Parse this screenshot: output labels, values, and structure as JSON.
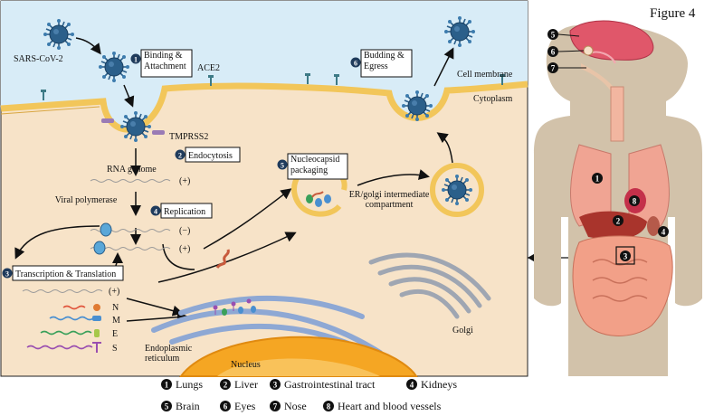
{
  "figure_label": "Figure 4",
  "virus_label": "SARS-CoV-2",
  "receptor_label": "ACE2",
  "protease_label": "TMPRSS2",
  "membrane_label": "Cell membrane",
  "cytoplasm_label": "Cytoplasm",
  "rna_genome_label": "RNA genome",
  "viral_polymerase_label": "Viral polymerase",
  "er_golgi_label": "ER/golgi intermediate compartment",
  "golgi_label": "Golgi",
  "er_label": "Endoplasmic reticulum",
  "nucleus_label": "Nucleus",
  "strand_plus": "(+)",
  "strand_minus": "(−)",
  "proteins": [
    "N",
    "M",
    "E",
    "S"
  ],
  "steps": [
    {
      "number": "1",
      "label": "Binding & Attachment"
    },
    {
      "number": "2",
      "label": "Endocytosis"
    },
    {
      "number": "3",
      "label": "Transcription & Translation"
    },
    {
      "number": "4",
      "label": "Replication"
    },
    {
      "number": "5",
      "label": "Nucleocapsid packaging"
    },
    {
      "number": "6",
      "label": "Budding & Egress"
    }
  ],
  "organs": [
    {
      "number": "1",
      "name": "Lungs"
    },
    {
      "number": "2",
      "name": "Liver"
    },
    {
      "number": "3",
      "name": "Gastrointestinal tract"
    },
    {
      "number": "4",
      "name": "Kidneys"
    },
    {
      "number": "5",
      "name": "Brain"
    },
    {
      "number": "6",
      "name": "Eyes"
    },
    {
      "number": "7",
      "name": "Nose"
    },
    {
      "number": "8",
      "name": "Heart and blood vessels"
    }
  ],
  "colors": {
    "extracellular": "#d8ecf7",
    "cytoplasm": "#f7e3c8",
    "membrane": "#f2c65a",
    "virus": "#2b5f8a",
    "nucleus": "#f5a623",
    "er": "#b6c8e6",
    "silhouette": "#d2c2aa"
  }
}
